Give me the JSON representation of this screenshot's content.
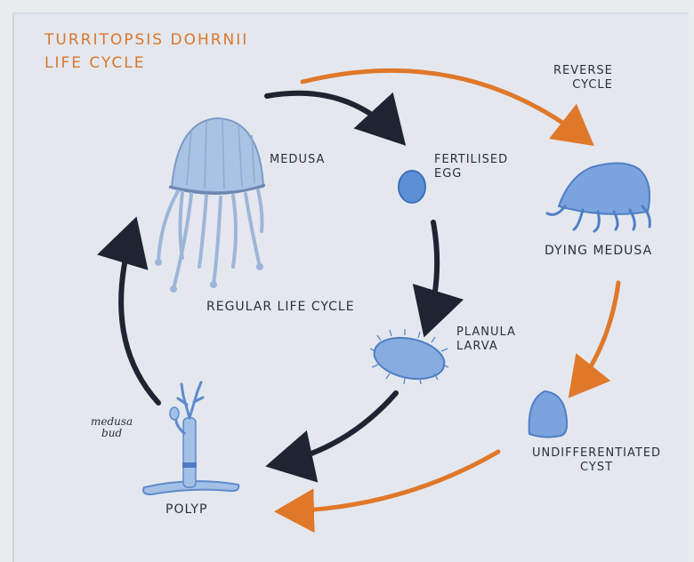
{
  "title": "TURRITOPSIS DOHRNII\nLIFE CYCLE",
  "labels": {
    "medusa": "MEDUSA",
    "fertilised_egg": "FERTILISED\nEGG",
    "dying_medusa": "DYING MEDUSA",
    "planula_larva": "PLANULA\nLARVA",
    "regular_cycle": "REGULAR LIFE CYCLE",
    "reverse_cycle": "REVERSE\nCYCLE",
    "undifferentiated_cyst": "UNDIFFERENTIATED\nCYST",
    "polyp": "POLYP",
    "medusa_bud": "medusa\nbud"
  },
  "colors": {
    "regular_arrow": "#1f2433",
    "reverse_arrow": "#e0782a",
    "organism_blue": "#6f9fdc",
    "title_orange": "#d9772d"
  }
}
